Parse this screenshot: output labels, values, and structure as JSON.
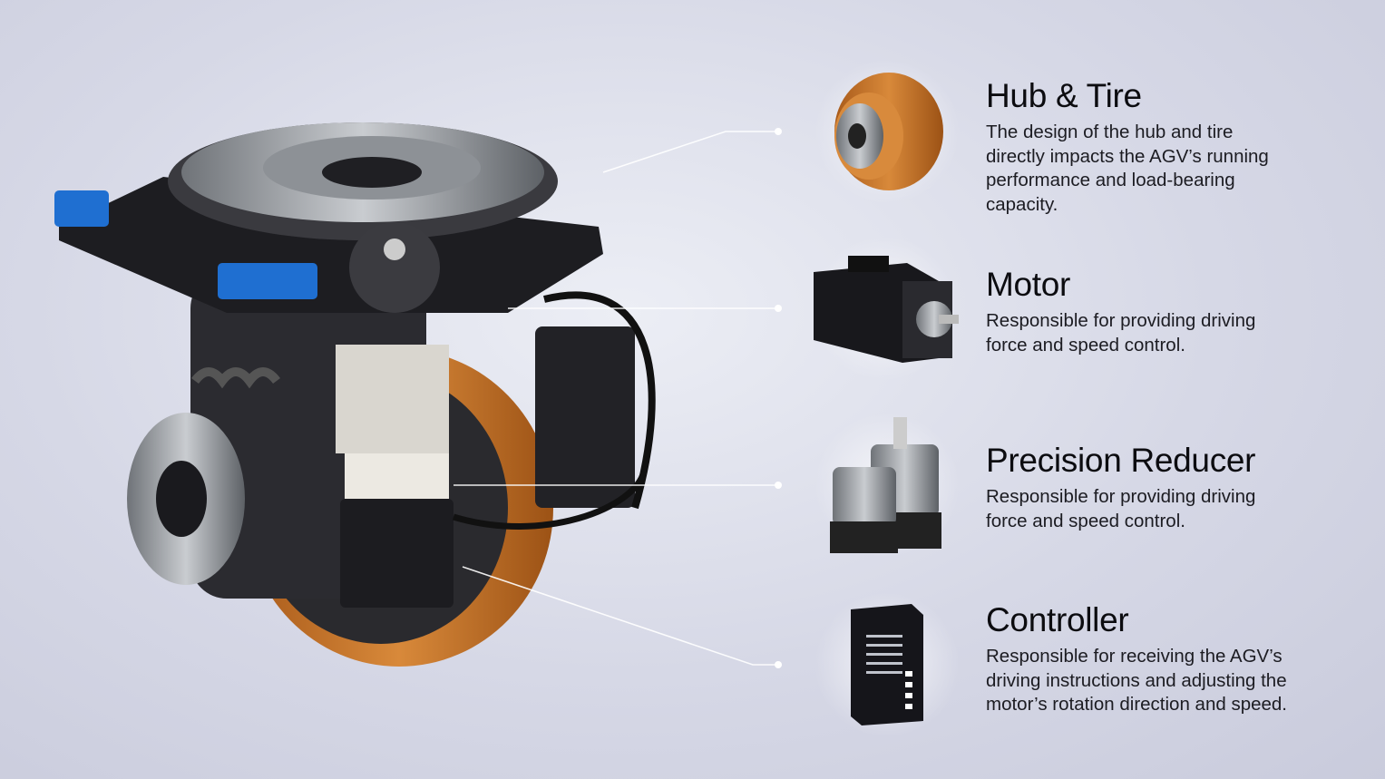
{
  "components": [
    {
      "title": "Hub & Tire",
      "description": "The design of the hub and tire directly impacts the AGV’s running performance and load-bearing capacity.",
      "icon": "wheel-icon"
    },
    {
      "title": "Motor",
      "description": "Responsible for providing driving force and speed control.",
      "icon": "servo-motor-icon"
    },
    {
      "title": "Precision Reducer",
      "description": "Responsible for providing driving force and speed control.",
      "icon": "gear-reducer-icon"
    },
    {
      "title": "Controller",
      "description": "Responsible for receiving the AGV’s driving instructions and adjusting the motor’s rotation direction and speed.",
      "icon": "controller-icon"
    }
  ],
  "colors": {
    "background": "#d6d8e6",
    "tire": "#c9782a",
    "leader_line": "#ffffff",
    "sensor": "#1f6fd1"
  }
}
